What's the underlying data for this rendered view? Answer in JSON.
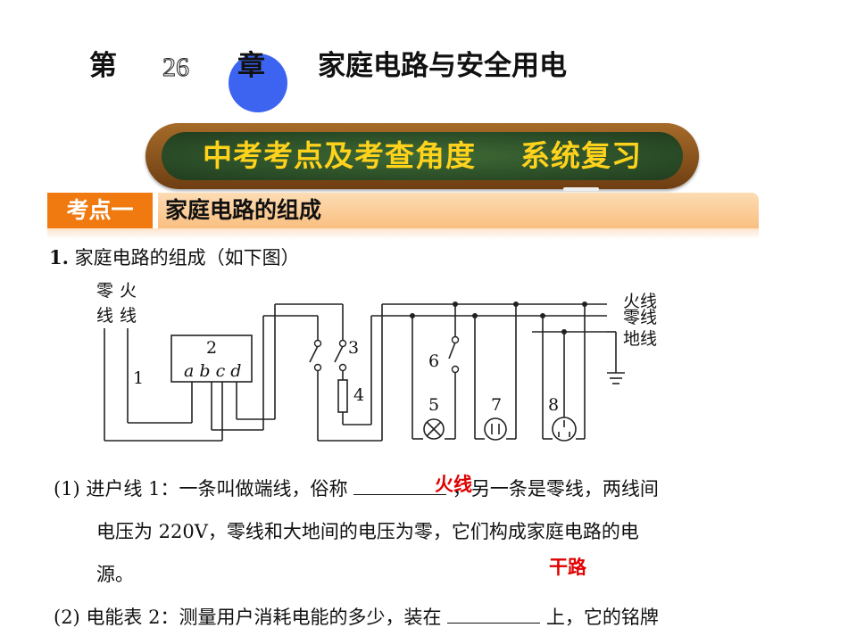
{
  "header": {
    "chapter_prefix": "第",
    "chapter_number": "26",
    "chapter_suffix": "章",
    "chapter_title": "家庭电路与安全用电",
    "banner": "中考考点及考查角度    系统复习"
  },
  "section": {
    "label": "考点一",
    "title": "家庭电路的组成"
  },
  "item1": {
    "number": "1.",
    "text": "家庭电路的组成（如下图）"
  },
  "diagram": {
    "left_labels": [
      "零",
      "线",
      "火",
      "线"
    ],
    "right_labels": [
      "火线",
      "零线",
      "地线"
    ],
    "meter_terminals": "a b c d",
    "component_numbers": [
      "1",
      "2",
      "3",
      "4",
      "5",
      "6",
      "7",
      "8"
    ]
  },
  "paragraphs": {
    "p1_prefix": "(1) 进户线 1：一条叫做端线，俗称",
    "p1_suffix": "，另一条是零线，两线间",
    "p1_line2": "电压为 220V，零线和大地间的电压为零，它们构成家庭电路的电",
    "p1_line3": "源。",
    "p2_prefix": "(2) 电能表 2：测量用户消耗电能的多少，装在",
    "p2_suffix": "上，它的铭牌"
  },
  "answers": {
    "a1": "火线",
    "a2": "干路"
  },
  "colors": {
    "accent_orange": "#f07a10",
    "banner_text": "#ffd21c",
    "answer_red": "#e00000",
    "dot_blue": "#3c64f0"
  }
}
